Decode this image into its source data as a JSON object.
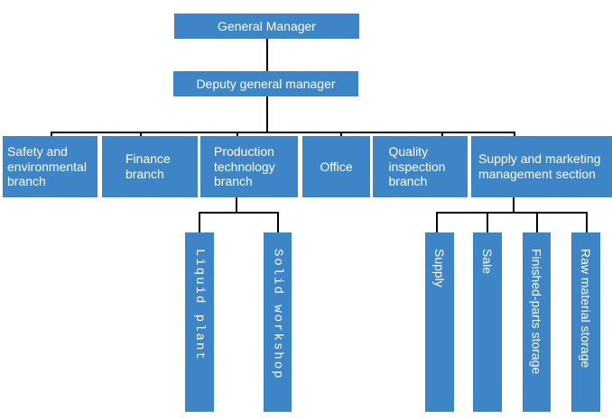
{
  "diagram": {
    "type": "org-chart",
    "root": "General Manager",
    "deputy": "Deputy general manager",
    "branches": [
      {
        "label": "Safety and environmental branch",
        "children": []
      },
      {
        "label": "Finance branch",
        "children": []
      },
      {
        "label": "Production technology branch",
        "children": [
          "Liquid plant",
          "Solid workshop"
        ]
      },
      {
        "label": "Office",
        "children": []
      },
      {
        "label": "Quality inspection branch",
        "children": []
      },
      {
        "label": "Supply and marketing management section",
        "children": [
          "Supply",
          "Sale",
          "Finished-parts storage",
          "Raw material storage"
        ]
      }
    ]
  },
  "colors": {
    "node_fill": "#3d85c6",
    "node_text": "#ffffff",
    "connector": "#000000",
    "background": "#ffffff"
  }
}
